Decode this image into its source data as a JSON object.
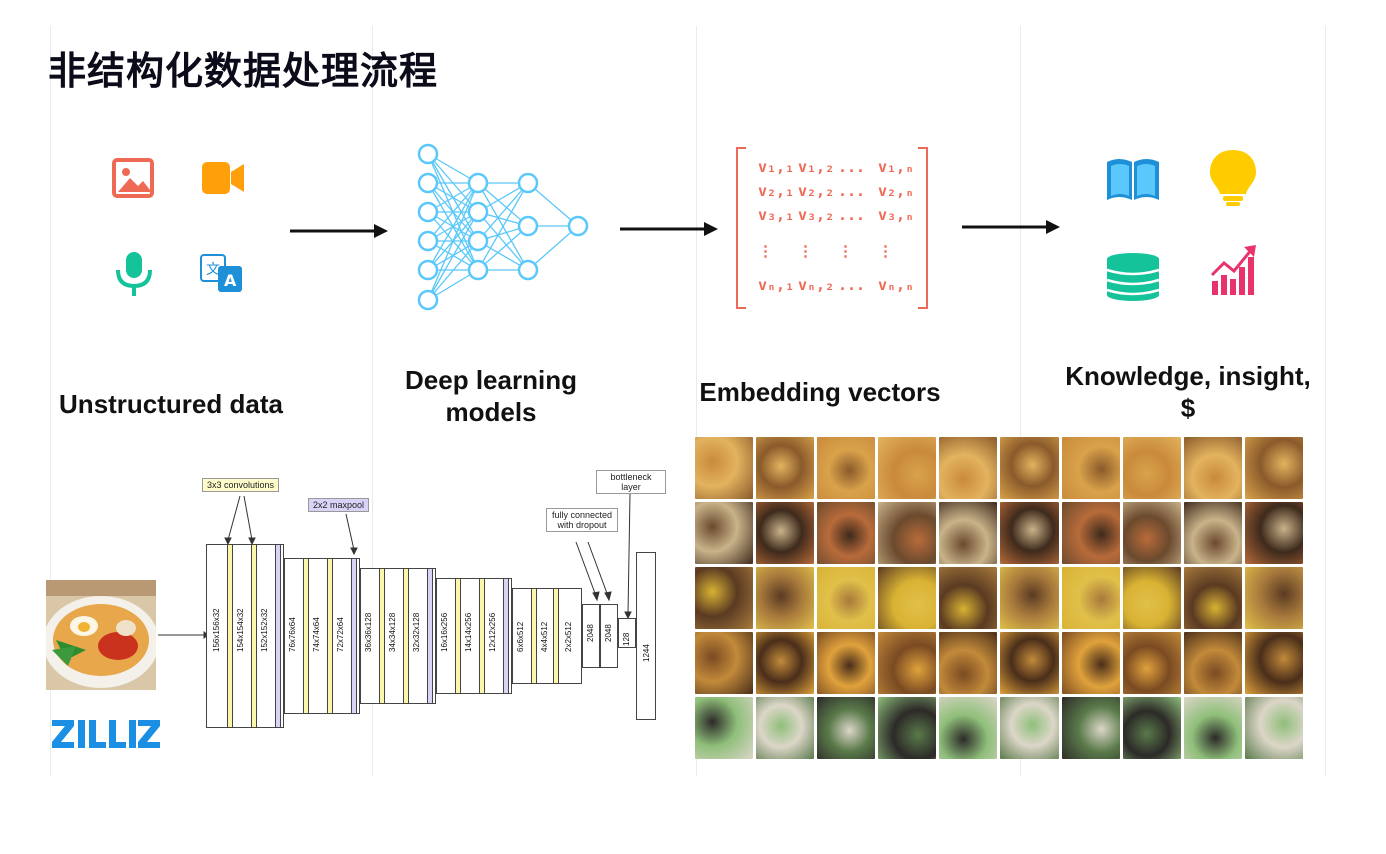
{
  "title": "非结构化数据处理流程",
  "labels": {
    "unstructured": "Unstructured data",
    "deep_learning_1": "Deep learning",
    "deep_learning_2": "models",
    "embedding": "Embedding vectors",
    "knowledge_1": "Knowledge, insight,",
    "knowledge_2": "$"
  },
  "icons": {
    "input": [
      "image-icon",
      "video-camera-icon",
      "microphone-icon",
      "translate-icon"
    ],
    "output": [
      "book-icon",
      "lightbulb-icon",
      "database-icon",
      "growth-chart-icon"
    ]
  },
  "matrix": {
    "rows": [
      [
        "v₁,₁",
        "v₁,₂",
        "...",
        "v₁,ₙ"
      ],
      [
        "v₂,₁",
        "v₂,₂",
        "...",
        "v₂,ₙ"
      ],
      [
        "v₃,₁",
        "v₃,₂",
        "...",
        "v₃,ₙ"
      ],
      [
        "⋮",
        "⋮",
        "⋮",
        "⋮"
      ],
      [
        "vₙ,₁",
        "vₙ,₂",
        "...",
        "vₙ,ₙ"
      ]
    ]
  },
  "cnn": {
    "annotations": {
      "conv": "3x3 convolutions",
      "maxpool": "2x2 maxpool",
      "fc": "fully connected with dropout",
      "bottleneck": "bottleneck layer"
    },
    "layer_labels": [
      "156x156x32",
      "154x154x32",
      "152x152x32",
      "76x76x64",
      "74x74x64",
      "72x72x64",
      "36x36x128",
      "34x34x128",
      "32x32x128",
      "16x16x256",
      "14x14x256",
      "12x12x256",
      "6x6x512",
      "4x4x512",
      "2x2x512",
      "2048",
      "2048",
      "128",
      "1244"
    ]
  },
  "brand": "ZILLIZ",
  "colors": {
    "accent_orange": "#ef6a55",
    "icon_orange": "#ff9f0a",
    "icon_green": "#14c39a",
    "icon_blue": "#1e90d8",
    "icon_yellow": "#ffcc00",
    "icon_pink": "#e8336d",
    "network_blue": "#5ac8fa",
    "brand_blue": "#1a8fe3"
  }
}
